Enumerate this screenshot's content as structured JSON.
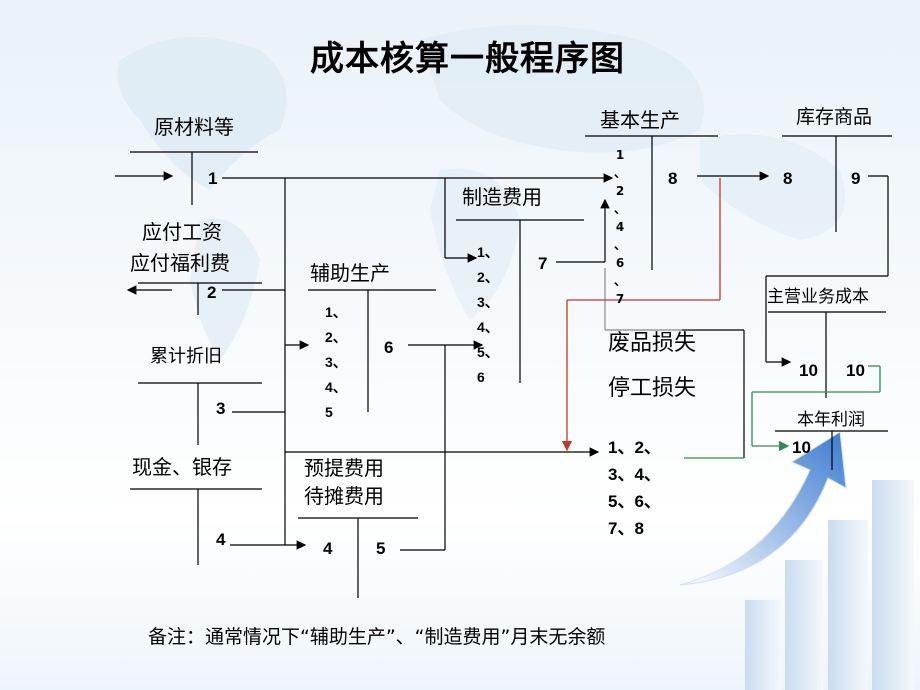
{
  "title": "成本核算一般程序图",
  "accounts": {
    "raw_materials": {
      "label": "原材料等",
      "debit": "",
      "credit": "1"
    },
    "wages": {
      "label_line1": "应付工资",
      "label_line2": "应付福利费",
      "credit": "2"
    },
    "depreciation": {
      "label": "累计折旧",
      "credit": "3"
    },
    "cash_bank": {
      "label": "现金、银存",
      "credit": "4"
    },
    "prepaid": {
      "label_line1": "预提费用",
      "label_line2": "待摊费用",
      "debit": "4",
      "credit": "5"
    },
    "auxiliary": {
      "label": "辅助生产",
      "debit": [
        "1、",
        "2、",
        "3、",
        "4、",
        "5"
      ],
      "credit": "6"
    },
    "overhead": {
      "label": "制造费用",
      "debit": [
        "1、",
        "2、",
        "3、",
        "4、",
        "5、",
        "6"
      ],
      "credit": "7"
    },
    "basic_production": {
      "label": "基本生产",
      "debit": [
        "1",
        "、",
        "2",
        "、",
        "4",
        "、",
        "6",
        "、",
        "7"
      ],
      "credit": "8"
    },
    "losses": {
      "label_line1": "废品损失",
      "label_line2": "停工损失",
      "debit": [
        "1、2、",
        "3、4、",
        "5、6、",
        "7、8"
      ]
    },
    "inventory": {
      "label": "库存商品",
      "debit": "8",
      "credit": "9"
    },
    "cogs": {
      "label": "主营业务成本",
      "debit": "10",
      "credit": "10"
    },
    "profit": {
      "label": "本年利润",
      "debit": "10"
    }
  },
  "note": "备注：通常情况下“辅助生产”、“制造费用”月末无余额",
  "colors": {
    "line": "#000000",
    "accent_line": "#c0392b",
    "green_line": "#2e8b57",
    "arrow": "#5b8fd0"
  }
}
